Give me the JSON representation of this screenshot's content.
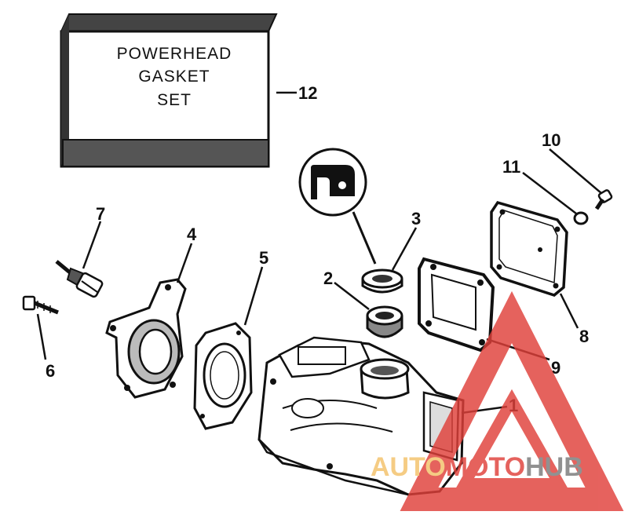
{
  "box": {
    "line1": "POWERHEAD",
    "line2": "GASKET",
    "line3": "SET"
  },
  "callouts": [
    {
      "id": "1",
      "label": "1"
    },
    {
      "id": "2",
      "label": "2"
    },
    {
      "id": "3",
      "label": "3"
    },
    {
      "id": "4",
      "label": "4"
    },
    {
      "id": "5",
      "label": "5"
    },
    {
      "id": "6",
      "label": "6"
    },
    {
      "id": "7",
      "label": "7"
    },
    {
      "id": "8",
      "label": "8"
    },
    {
      "id": "9",
      "label": "9"
    },
    {
      "id": "10",
      "label": "10"
    },
    {
      "id": "11",
      "label": "11"
    },
    {
      "id": "12",
      "label": "12"
    }
  ],
  "watermark": {
    "part_auto": "AUTO",
    "part_moto": "MOTO",
    "part_hub": "HUB",
    "colors": {
      "triangle": "#e0403a",
      "auto": "#f4c26a",
      "moto": "#e0403a",
      "hub": "#7a7a7a"
    }
  }
}
